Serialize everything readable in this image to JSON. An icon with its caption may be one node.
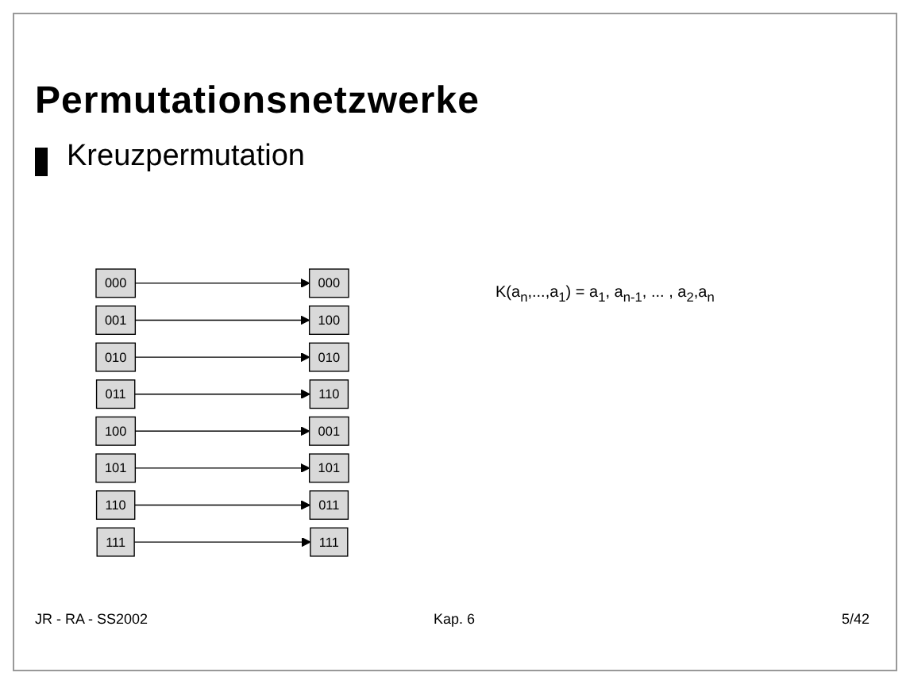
{
  "diagram": {
    "title": "Permutationsnetzwerke",
    "nodes": [
      {
        "text": [
          "000"
        ]
      },
      {
        "text": [
          "001"
        ]
      },
      {
        "text": [
          "010"
        ]
      },
      {
        "text": [
          "011"
        ]
      },
      {
        "text": [
          "100"
        ]
      },
      {
        "text": [
          "101"
        ]
      },
      {
        "text": [
          "110"
        ]
      },
      {
        "text": [
          "111"
        ]
      },
      {
        "text": [
          "000"
        ]
      },
      {
        "text": [
          "001"
        ]
      },
      {
        "text": [
          "010"
        ]
      },
      {
        "text": [
          "011"
        ]
      },
      {
        "text": [
          "100"
        ]
      },
      {
        "text": [
          "101"
        ]
      },
      {
        "text": [
          "110"
        ]
      },
      {
        "text": [
          "111"
        ]
      }
    ],
    "edges": [
      {
        "from": 0,
        "to": 8,
        "arrow": "to"
      },
      {
        "from": 1,
        "to": 12,
        "arrow": "to"
      },
      {
        "from": 2,
        "to": 10,
        "arrow": "to"
      },
      {
        "from": 3,
        "to": 14,
        "arrow": "to"
      },
      {
        "from": 4,
        "to": 9,
        "arrow": "to"
      },
      {
        "from": 5,
        "to": 13,
        "arrow": "to"
      },
      {
        "from": 6,
        "to": 11,
        "arrow": "to"
      },
      {
        "from": 7,
        "to": 15,
        "arrow": "to"
      }
    ],
    "labels": [
      "Kreuzpermutation",
      "K(a$_{n}$,...,a$_{1}$) = a$_{1}$, a$_{n-1}$, ... , a$_{2}$,a$_{n}$",
      "JR - RA - SS2002",
      "Kap. 6",
      "5/42"
    ]
  }
}
